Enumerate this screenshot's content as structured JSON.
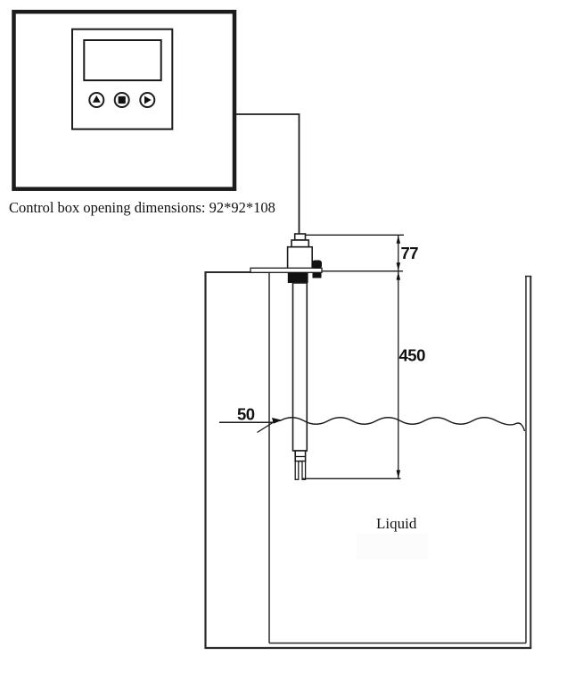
{
  "diagram": {
    "caption": "Control box opening dimensions: 92*92*108",
    "control_box": {
      "buttons": [
        {
          "icon": "up-triangle-icon"
        },
        {
          "icon": "square-icon"
        },
        {
          "icon": "right-triangle-icon"
        }
      ]
    },
    "dimensions": {
      "head_height": "77",
      "insertion_depth": "450",
      "surface_clearance": "50"
    },
    "labels": {
      "liquid": "Liquid"
    },
    "colors": {
      "line": "#1c1c1c",
      "background": "#ffffff",
      "watermark": "#f7f7f7",
      "button_glyph": "#111111"
    }
  }
}
